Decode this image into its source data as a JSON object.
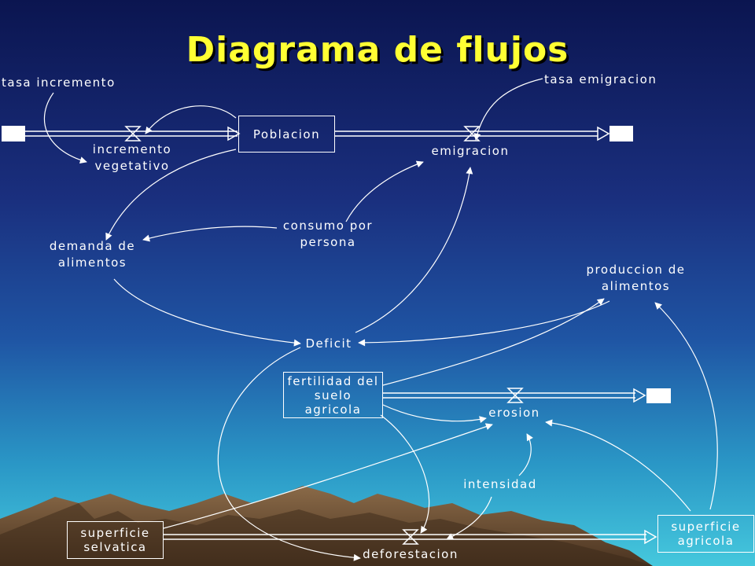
{
  "title": "Diagrama de flujos",
  "stocks": {
    "poblacion": "Poblacion",
    "fertilidad": [
      "fertilidad del",
      "suelo",
      "agricola"
    ],
    "superficie_selvatica": [
      "superficie",
      "selvatica"
    ],
    "superficie_agricola": [
      "superficie",
      "agricola"
    ]
  },
  "flows": {
    "incremento_vegetativo": [
      "incremento",
      "vegetativo"
    ],
    "emigracion": "emigracion",
    "erosion": "erosion",
    "deforestacion": "deforestacion"
  },
  "variables": {
    "tasa_incremento": "tasa incremento",
    "tasa_emigracion": "tasa emigracion",
    "consumo_por_persona": [
      "consumo por",
      "persona"
    ],
    "demanda_de_alimentos": [
      "demanda de",
      "alimentos"
    ],
    "produccion_de_alimentos": [
      "produccion de",
      "alimentos"
    ],
    "deficit": "Deficit",
    "intensidad": "intensidad"
  },
  "colors": {
    "title": "#ffff33",
    "lines": "#ffffff",
    "mountains": "#7a5a3a",
    "sky_top": "#0b1550",
    "sky_bottom": "#45c8dd"
  }
}
